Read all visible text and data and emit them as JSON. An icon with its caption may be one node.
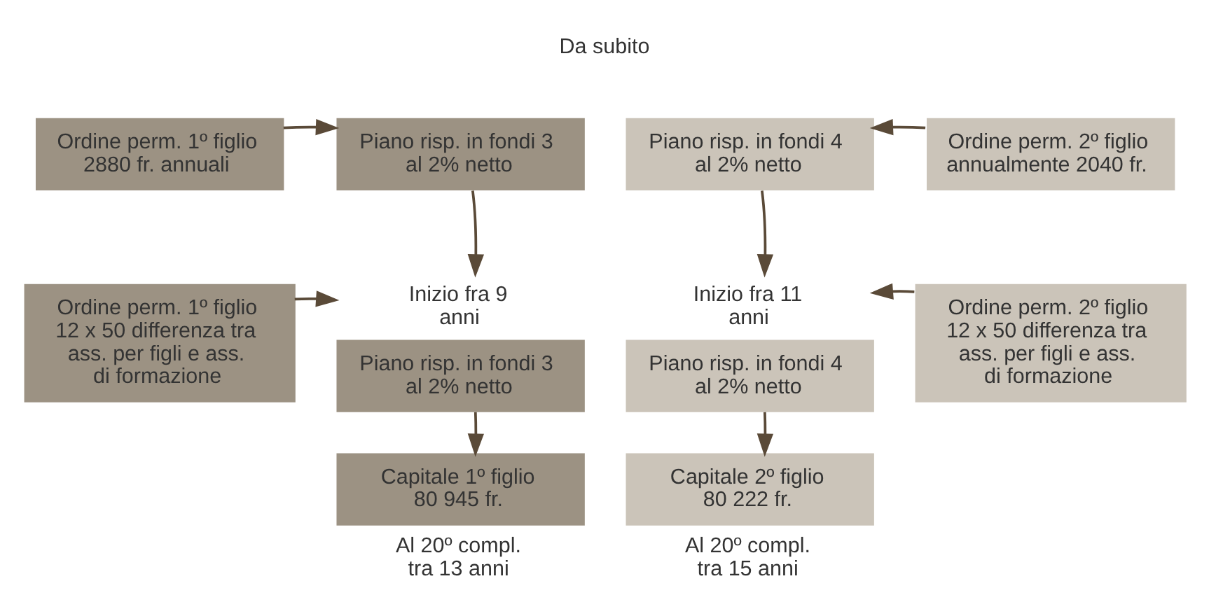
{
  "diagram": {
    "nodes": [
      {
        "text": [
          "Ordine perm. 1º figlio 2880 fr. annuali"
        ]
      },
      {
        "text": [
          "Piano risp. in fondi 3 al 2% netto"
        ]
      },
      {
        "text": [
          "Piano risp. in fondi 4 al 2% netto"
        ]
      },
      {
        "text": [
          "Ordine perm. 2º figlio annualmente 2040 fr."
        ]
      },
      {
        "text": [
          "Ordine perm. 1º figlio 12 x 50 differenza tra ass. per figli e ass. di formazione"
        ]
      },
      {
        "text": [
          "Piano risp. in fondi 3 al 2% netto"
        ],
        "beside": [
          "Inizio fra 9 anni"
        ]
      },
      {
        "text": [
          "Piano risp. in fondi 4 al 2% netto"
        ],
        "beside": [
          "Inizio fra 11 anni"
        ]
      },
      {
        "text": [
          "Ordine perm. 2º figlio 12 x 50 differenza tra ass. per figli e ass. di formazione"
        ]
      },
      {
        "text": [
          "Capitale 1º figlio 80 945 fr."
        ],
        "beside": [
          "Al 20º compl. tra 13 anni"
        ]
      },
      {
        "text": [
          "Capitale 2º figlio 80 222 fr."
        ],
        "beside": [
          "Al 20º compl. tra 15 anni"
        ]
      }
    ],
    "edges": [
      {
        "from": 0,
        "to": 1,
        "arrow": "to"
      },
      {
        "from": 3,
        "to": 2,
        "arrow": "to"
      },
      {
        "from": 1,
        "to": 5,
        "arrow": "to"
      },
      {
        "from": 2,
        "to": 6,
        "arrow": "to"
      },
      {
        "from": 4,
        "to": 5,
        "arrow": "to"
      },
      {
        "from": 7,
        "to": 6,
        "arrow": "to"
      },
      {
        "from": 5,
        "to": 8,
        "arrow": "to"
      },
      {
        "from": 6,
        "to": 9,
        "arrow": "to"
      }
    ],
    "labels": [
      "Da subito"
    ]
  }
}
